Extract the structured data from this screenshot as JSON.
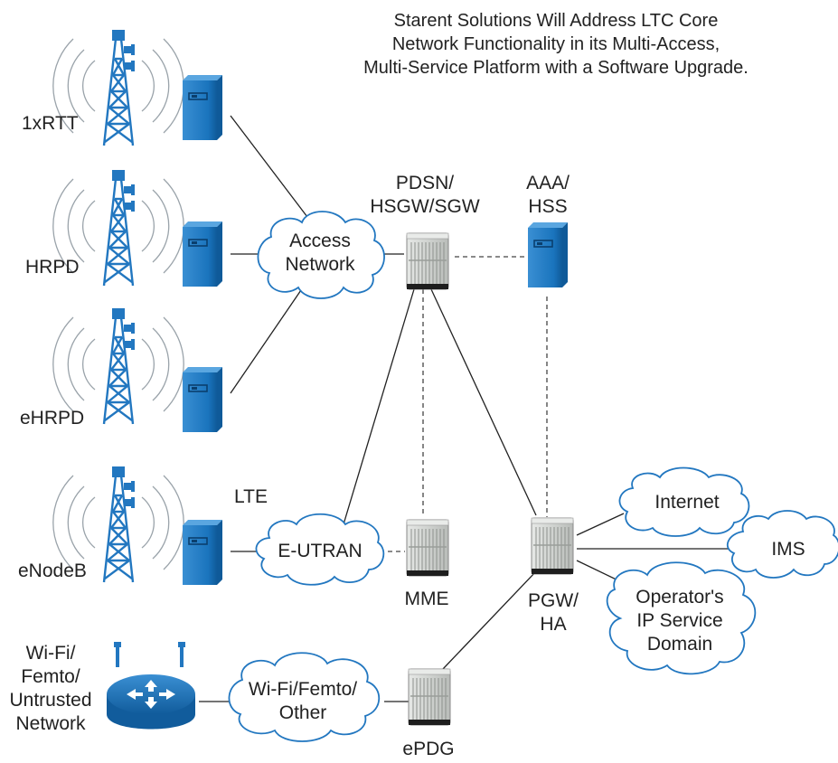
{
  "title": {
    "line1": "Starent Solutions Will Address LTC Core",
    "line2": "Network Functionality in its Multi-Access,",
    "line3": "Multi-Service Platform with a Software Upgrade."
  },
  "access": {
    "tower1": "1xRTT",
    "tower2": "HRPD",
    "tower3": "eHRPD",
    "tower4": "eNodeB",
    "lte": "LTE",
    "router": [
      "Wi-Fi/",
      "Femto/",
      "Untrusted",
      "Network"
    ]
  },
  "clouds": {
    "access_network": [
      "Access",
      "Network"
    ],
    "eutran": "E-UTRAN",
    "wifi_other": [
      "Wi-Fi/Femto/",
      "Other"
    ],
    "internet": "Internet",
    "ims": "IMS",
    "operator": [
      "Operator's",
      "IP Service",
      "Domain"
    ]
  },
  "nodes": {
    "pdsn": [
      "PDSN/",
      "HSGW/SGW"
    ],
    "aaa": [
      "AAA/",
      "HSS"
    ],
    "mme": "MME",
    "pgw": [
      "PGW/",
      "HA"
    ],
    "epdg": "ePDG"
  },
  "colors": {
    "bts_blue": "#1a74bd",
    "bts_dark": "#0f5a99",
    "tower_blue": "#2277c0",
    "chassis_gray": "#c9ccc9",
    "link": "#222222"
  }
}
